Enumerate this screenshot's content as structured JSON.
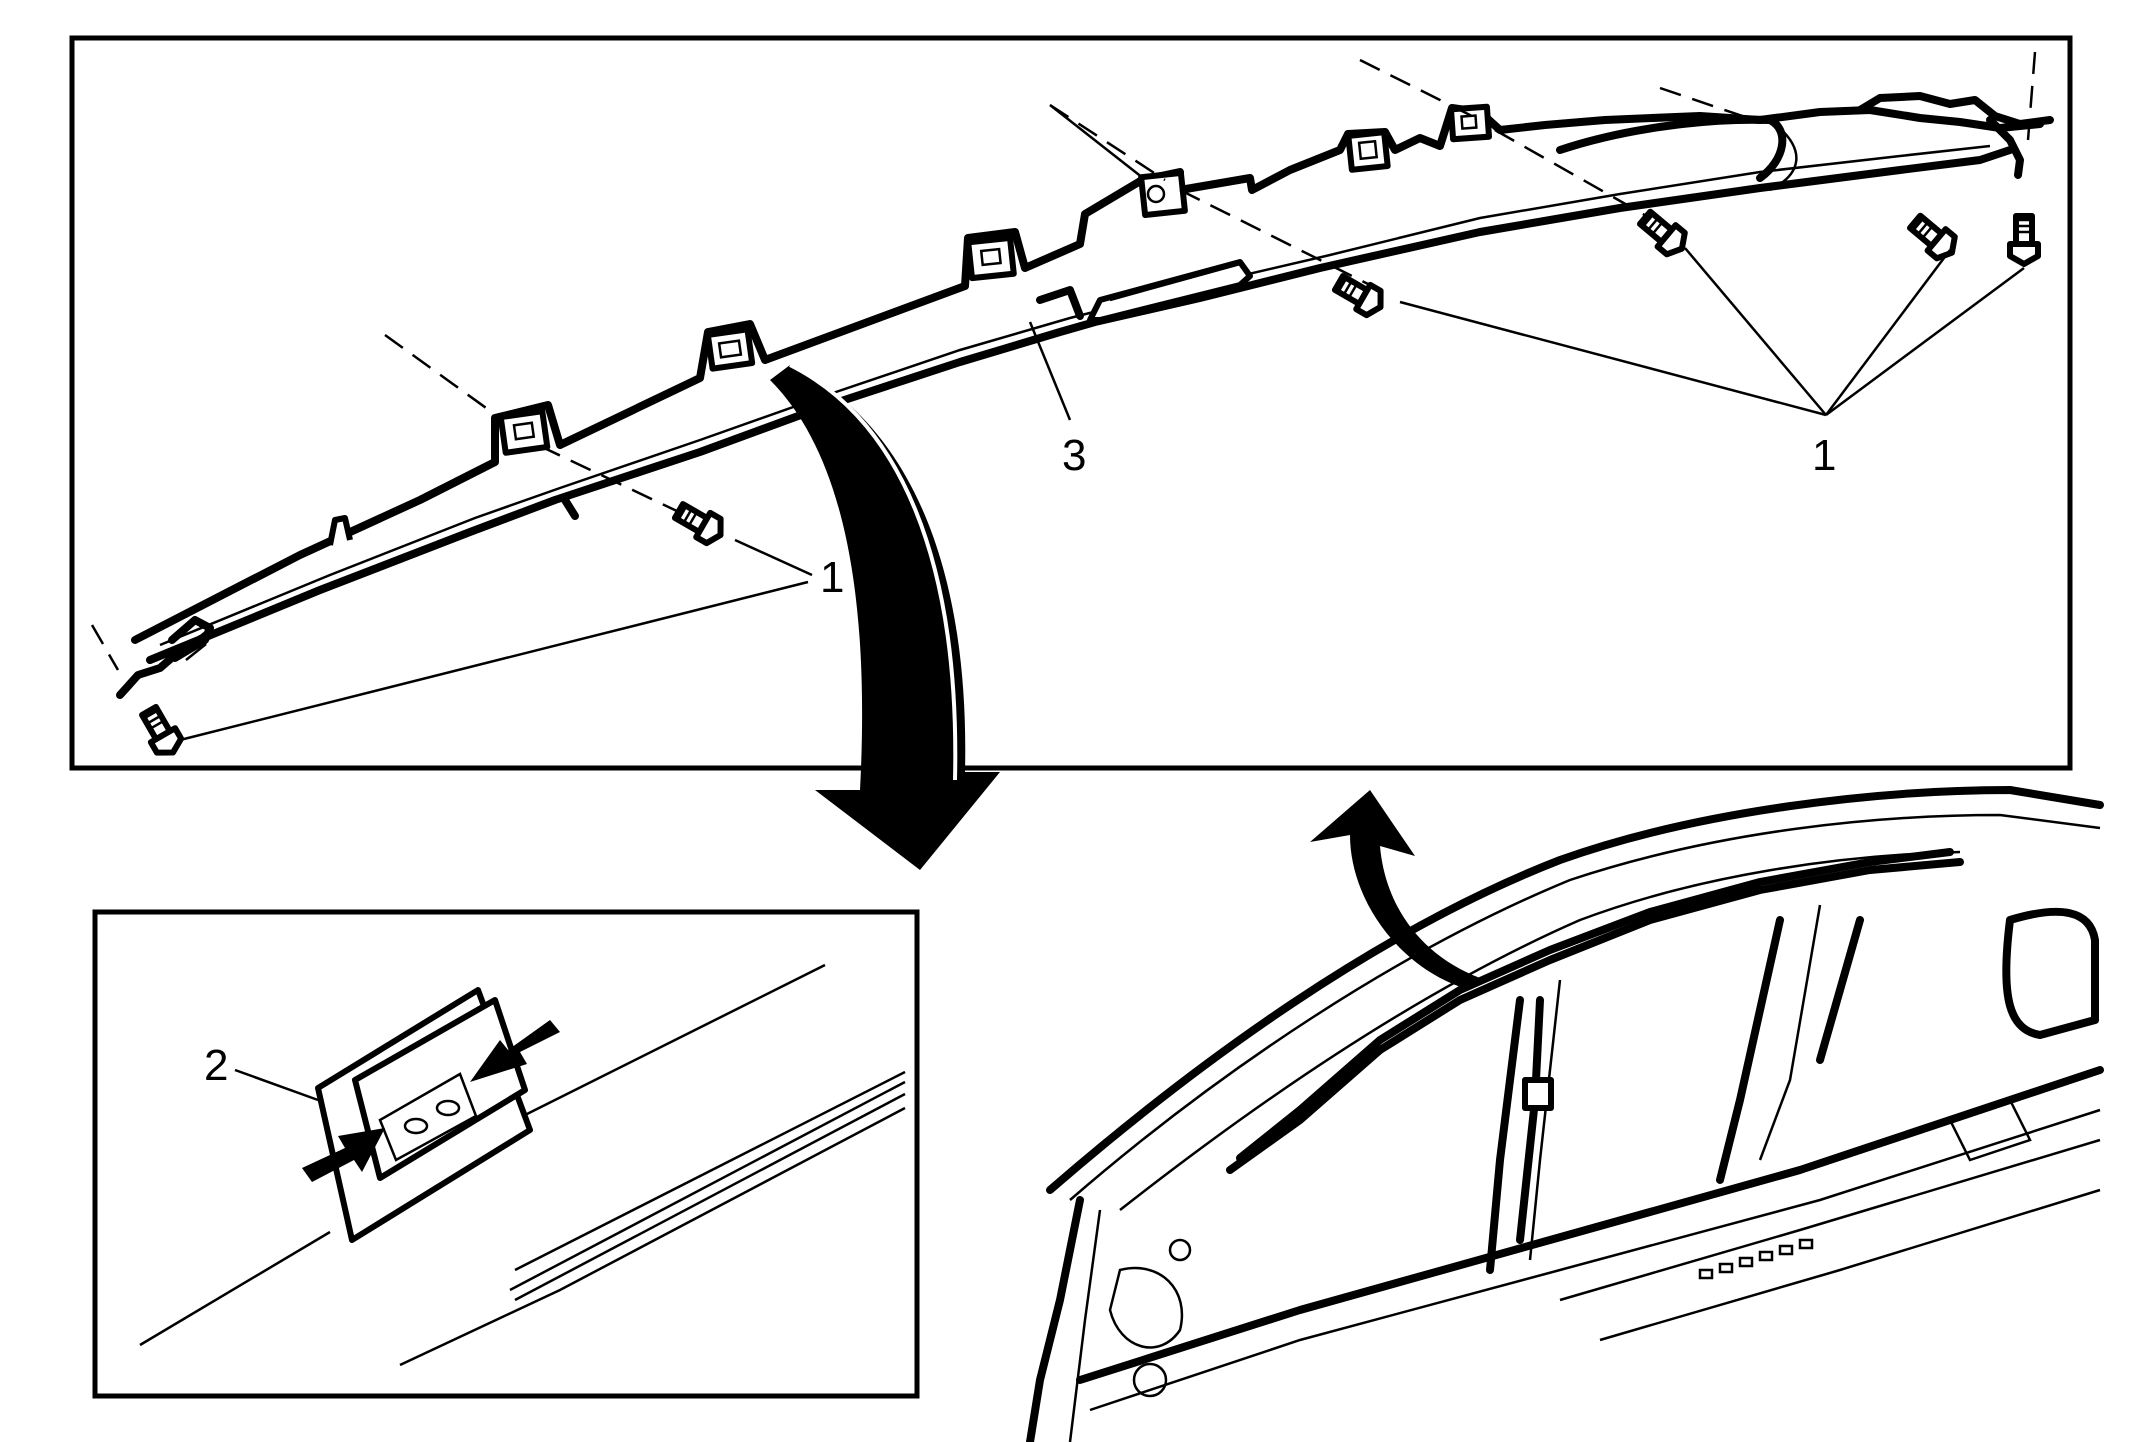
{
  "callouts": {
    "fastener_upper": "1",
    "fastener_lower": "1",
    "clip": "2",
    "airbag": "3"
  }
}
